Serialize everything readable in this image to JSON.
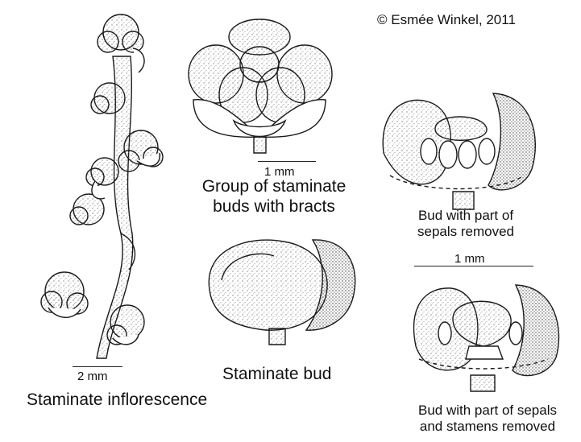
{
  "copyright": "© Esmée Winkel, 2011",
  "panels": {
    "inflorescence": {
      "caption": "Staminate inflorescence",
      "scale": "2 mm"
    },
    "group": {
      "caption_line1": "Group of staminate",
      "caption_line2": "buds with bracts",
      "scale": "1 mm"
    },
    "bud": {
      "caption": "Staminate bud"
    },
    "sepals_removed": {
      "caption_line1": "Bud with part of",
      "caption_line2": "sepals removed",
      "scale": "1 mm"
    },
    "stamens_removed": {
      "caption_line1": "Bud with part of sepals",
      "caption_line2": "and stamens removed"
    }
  },
  "colors": {
    "ink": "#1a1a1a",
    "paper": "#ffffff",
    "stipple": "#666666"
  }
}
